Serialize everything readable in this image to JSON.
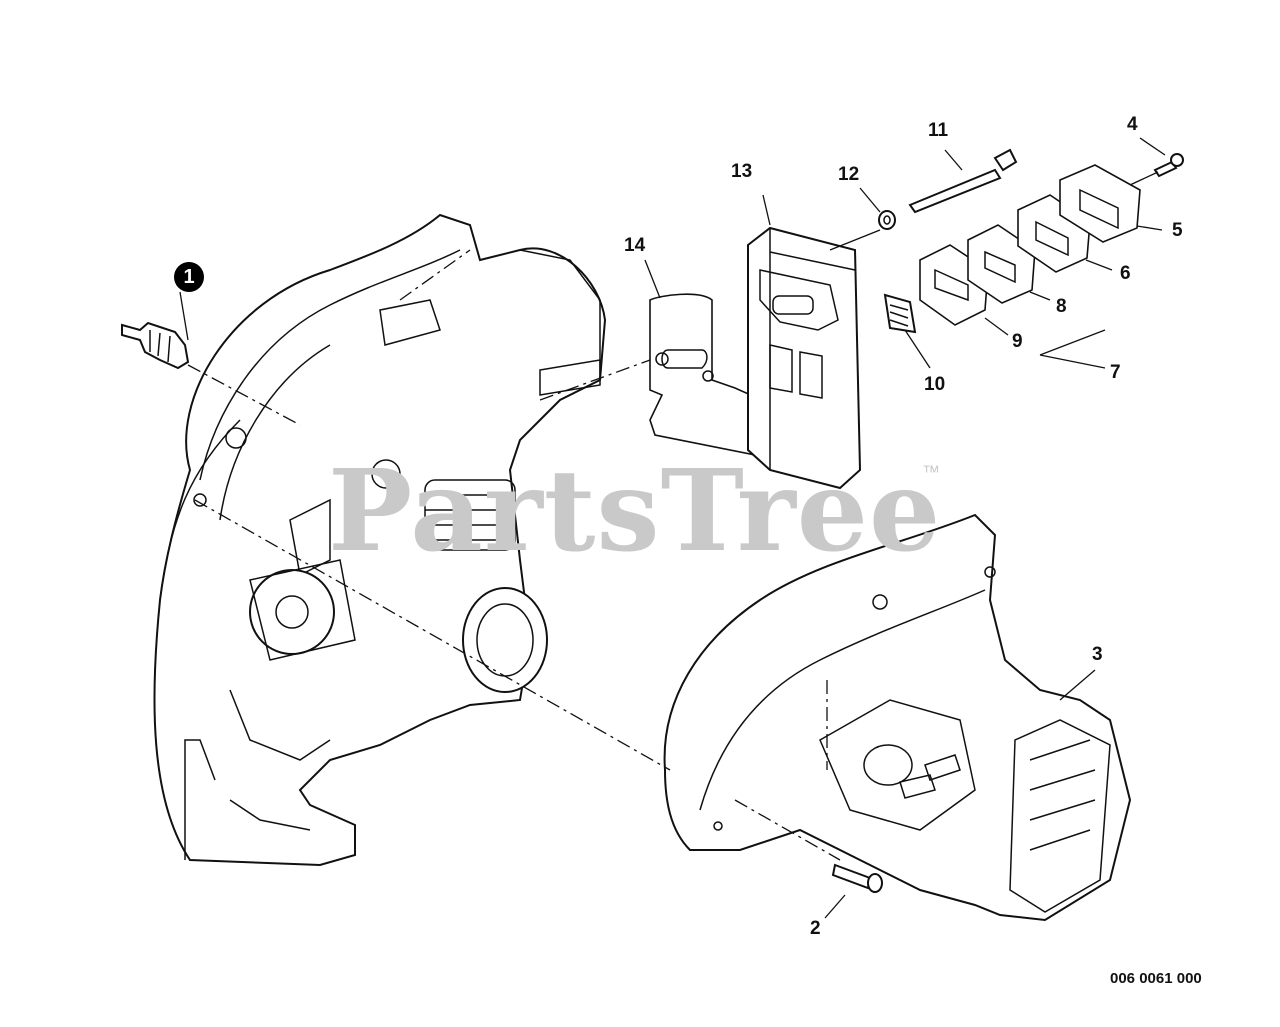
{
  "callout_label": "1",
  "part_labels": {
    "p2": "2",
    "p3": "3",
    "p4": "4",
    "p5": "5",
    "p6": "6",
    "p7": "7",
    "p8": "8",
    "p9": "9",
    "p10": "10",
    "p11": "11",
    "p12": "12",
    "p13": "13",
    "p14": "14"
  },
  "watermark": "PartsTree",
  "watermark_tm": "™",
  "diagram_code": "006 0061 000"
}
